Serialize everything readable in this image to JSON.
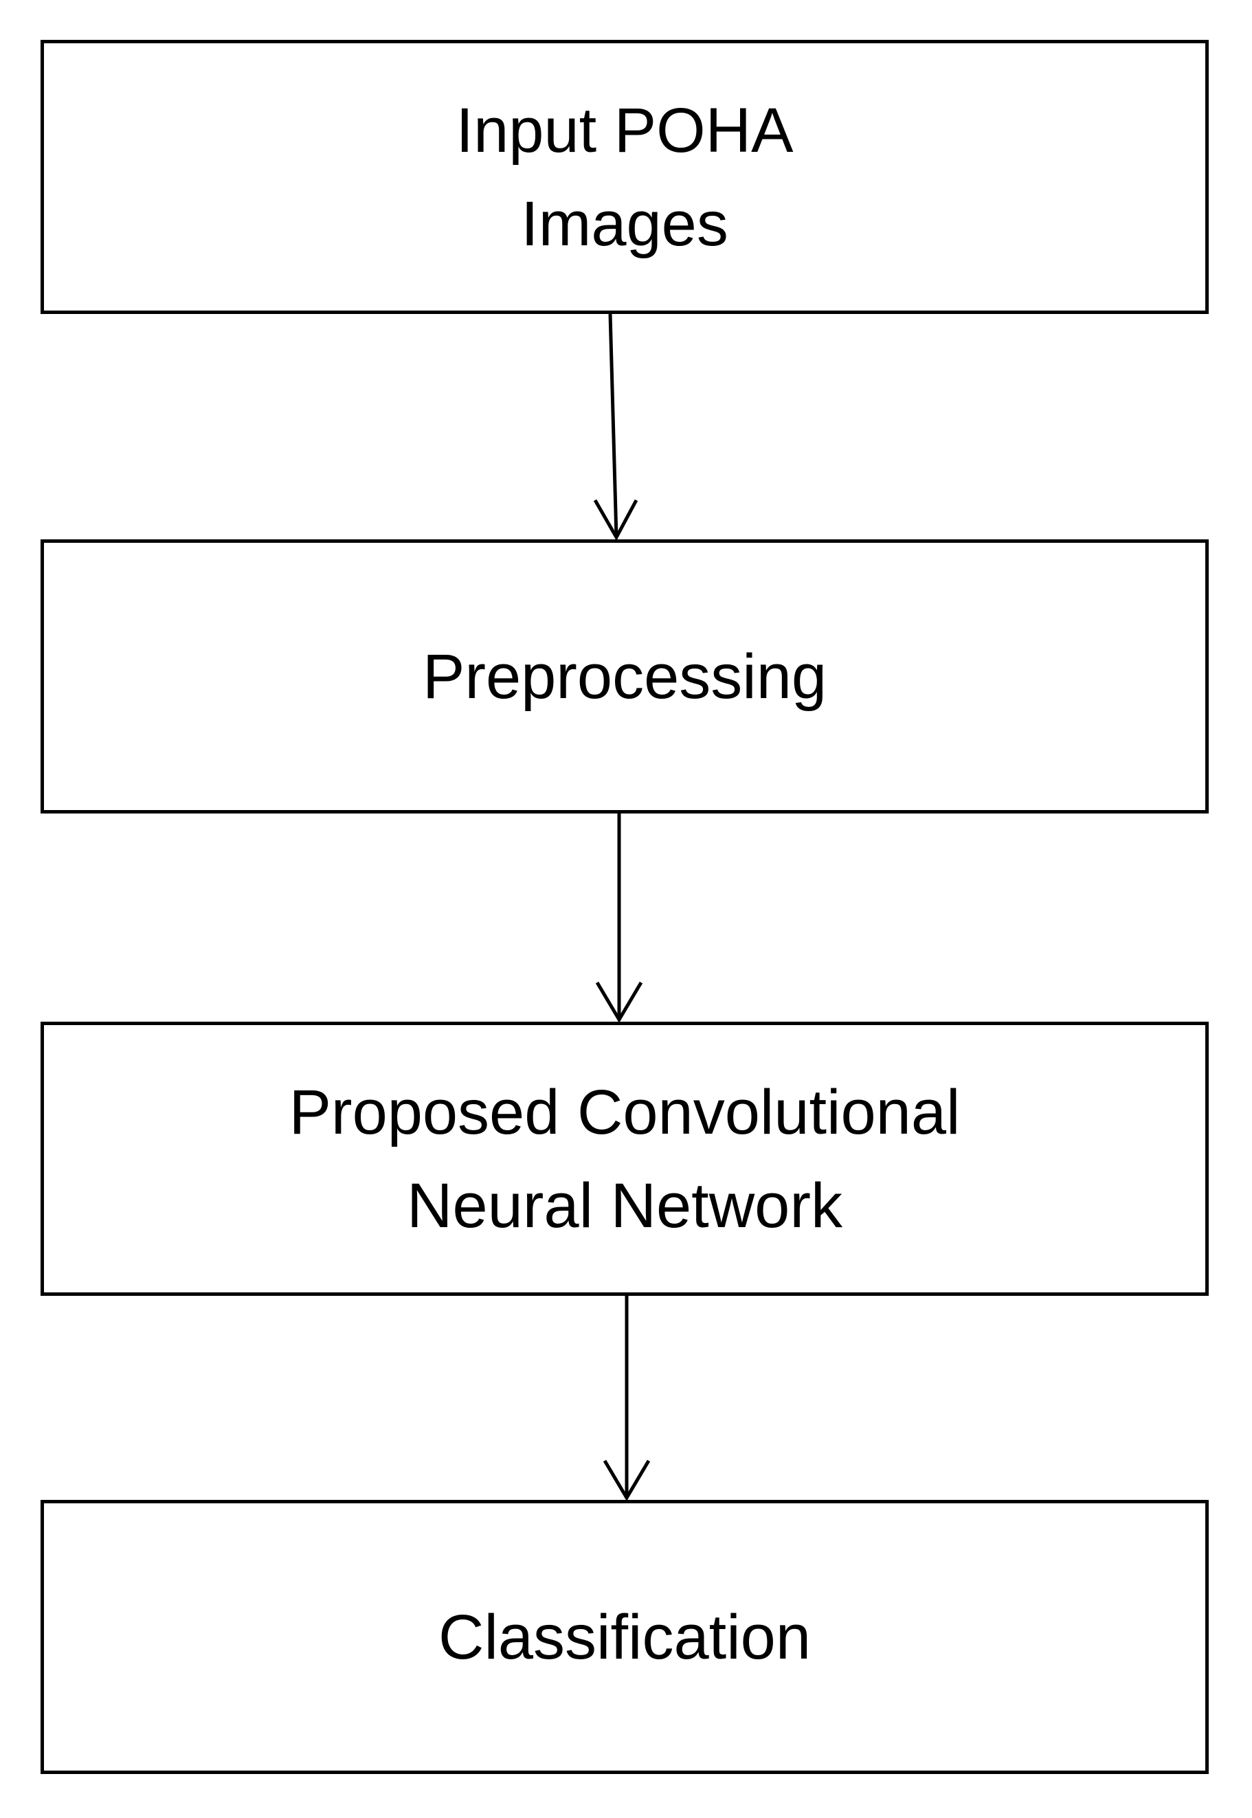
{
  "flowchart": {
    "steps": [
      {
        "lines": [
          "Input POHA",
          "Images"
        ]
      },
      {
        "lines": [
          "Preprocessing"
        ]
      },
      {
        "lines": [
          "Proposed Convolutional",
          "Neural Network"
        ]
      },
      {
        "lines": [
          "Classification"
        ]
      }
    ],
    "colors": {
      "stroke": "#000000",
      "fill": "#ffffff",
      "text": "#000000"
    }
  }
}
